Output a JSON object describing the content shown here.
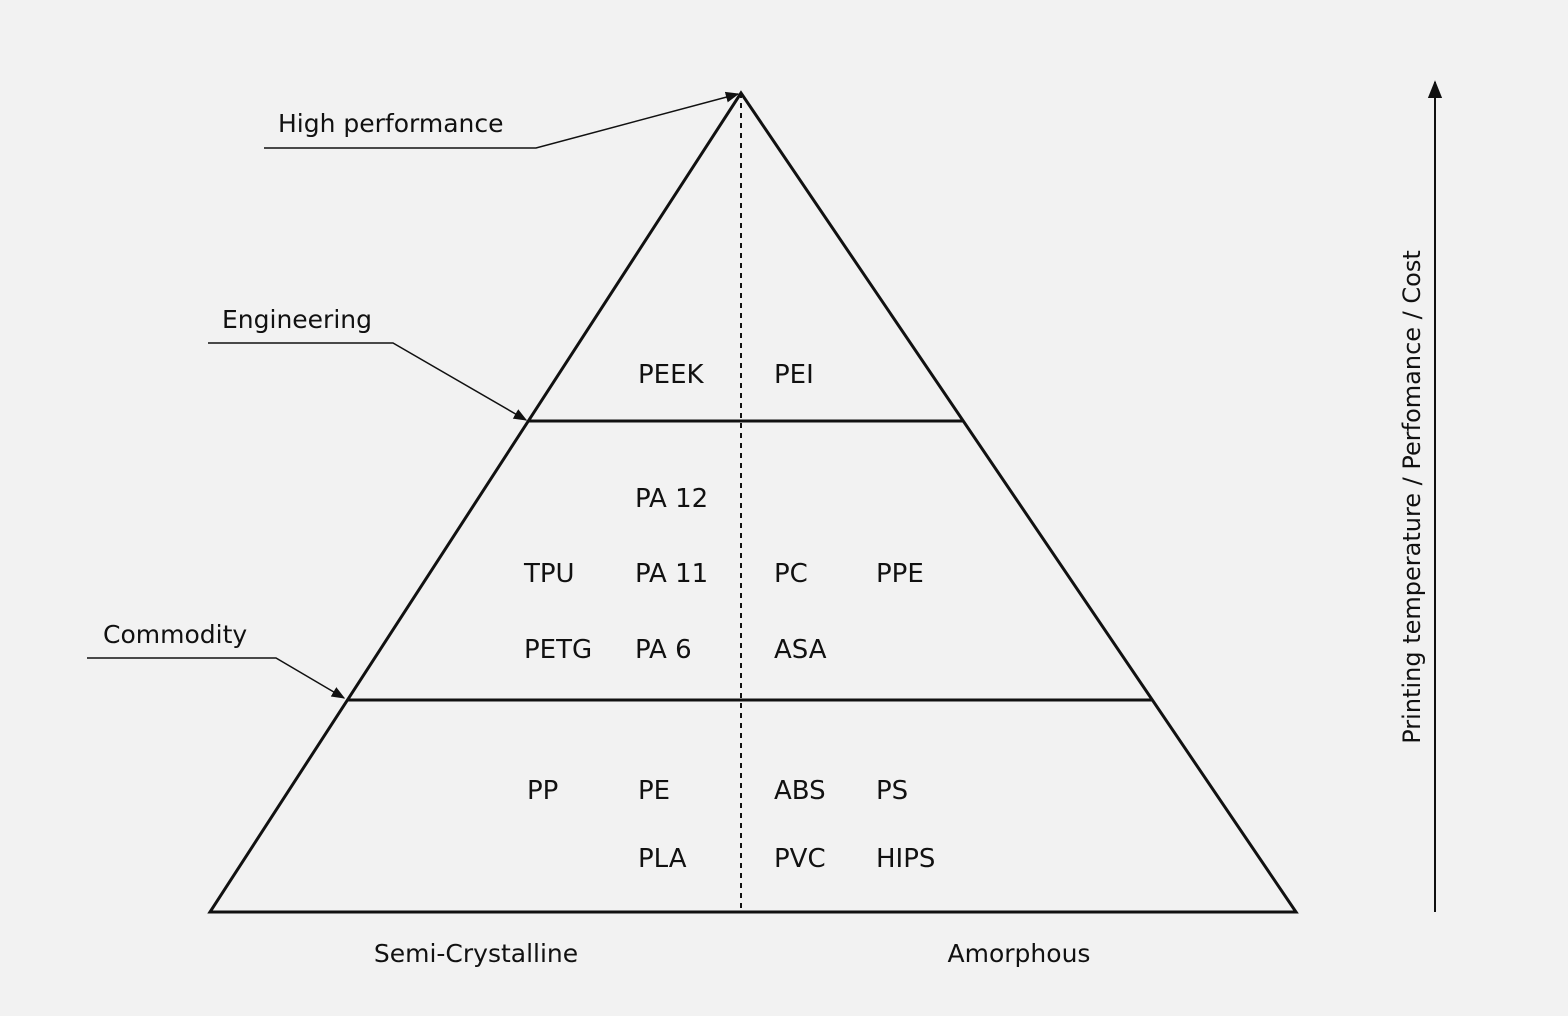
{
  "tiers": {
    "high_performance": "High performance",
    "engineering": "Engineering",
    "commodity": "Commodity"
  },
  "materials": {
    "top": {
      "semi_crystalline": [
        "PEEK"
      ],
      "amorphous": [
        "PEI"
      ]
    },
    "middle": {
      "semi_crystalline": [
        "PA 12",
        "TPU",
        "PA 11",
        "PETG",
        "PA 6"
      ],
      "amorphous": [
        "PC",
        "PPE",
        "ASA"
      ]
    },
    "bottom": {
      "semi_crystalline": [
        "PP",
        "PE",
        "PLA"
      ],
      "amorphous": [
        "ABS",
        "PS",
        "PVC",
        "HIPS"
      ]
    }
  },
  "bottom_labels": {
    "left": "Semi-Crystalline",
    "right": "Amorphous"
  },
  "axis_label": "Printing temperature / Perfomance / Cost"
}
